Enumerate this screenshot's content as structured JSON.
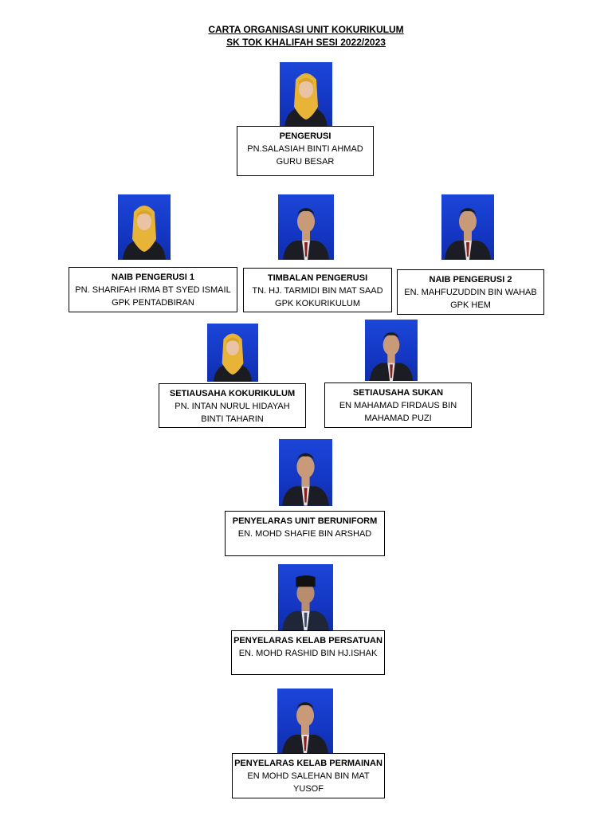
{
  "header": {
    "title_line1": "CARTA ORGANISASI UNIT  KOKURIKULUM",
    "title_line2": "SK TOK KHALIFAH SESI 2022/2023"
  },
  "colors": {
    "photo_background": "#1c46d8",
    "border": "#000000"
  },
  "members": {
    "pengerusi": {
      "role": "PENGERUSI",
      "lines": [
        "PN.SALASIAH BINTI AHMAD",
        "GURU BESAR"
      ],
      "icon": "woman-hijab-portrait-icon"
    },
    "naib1": {
      "role": "NAIB PENGERUSI 1",
      "lines": [
        "PN. SHARIFAH IRMA BT SYED ISMAIL",
        "GPK PENTADBIRAN"
      ],
      "icon": "woman-hijab-portrait-icon"
    },
    "timbalan": {
      "role": "TIMBALAN PENGERUSI",
      "lines": [
        "TN. HJ. TARMIDI BIN MAT SAAD",
        "GPK KOKURIKULUM"
      ],
      "icon": "man-portrait-icon"
    },
    "naib2": {
      "role": "NAIB  PENGERUSI 2",
      "lines": [
        "EN. MAHFUZUDDIN BIN WAHAB",
        "GPK HEM"
      ],
      "icon": "man-portrait-icon"
    },
    "setiausaha_koko": {
      "role": "SETIAUSAHA KOKURIKULUM",
      "lines": [
        "PN. INTAN NURUL HIDAYAH",
        "BINTI TAHARIN"
      ],
      "icon": "woman-hijab-portrait-icon"
    },
    "setiausaha_sukan": {
      "role": "SETIAUSAHA SUKAN",
      "lines": [
        "EN MAHAMAD FIRDAUS BIN",
        "MAHAMAD PUZI"
      ],
      "icon": "man-portrait-icon"
    },
    "uniform": {
      "role": "PENYELARAS UNIT BERUNIFORM",
      "lines": [
        "EN. MOHD SHAFIE BIN ARSHAD"
      ],
      "icon": "man-portrait-icon"
    },
    "kelab": {
      "role": "PENYELARAS KELAB PERSATUAN",
      "lines": [
        "EN. MOHD RASHID BIN HJ.ISHAK"
      ],
      "icon": "man-songkok-portrait-icon"
    },
    "permainan": {
      "role": "PENYELARAS KELAB PERMAINAN",
      "lines": [
        "EN MOHD SALEHAN BIN MAT",
        "YUSOF"
      ],
      "icon": "man-portrait-icon"
    }
  }
}
